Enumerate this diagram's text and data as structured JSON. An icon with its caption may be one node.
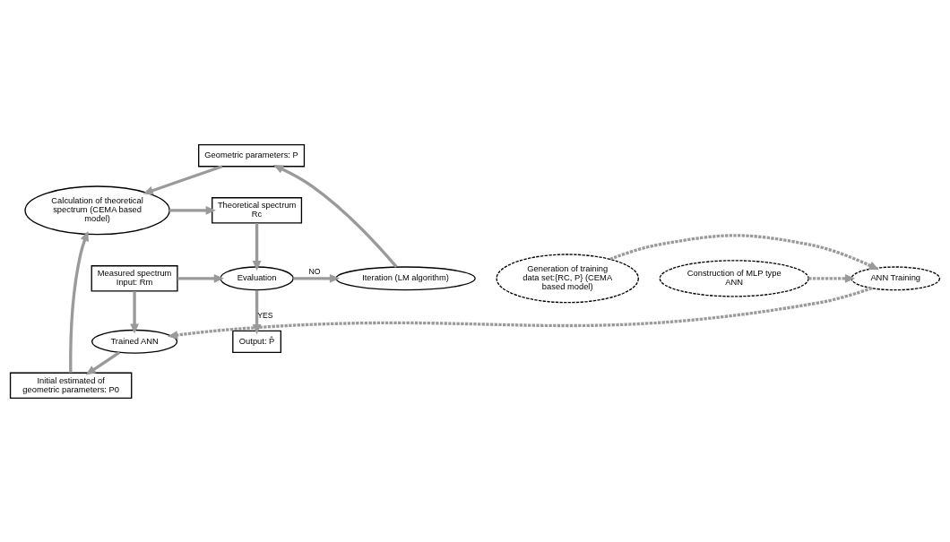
{
  "diagram": {
    "nodes": [
      {
        "text": [
          "Geometric parameters: P"
        ]
      },
      {
        "text": [
          "Calculation of theoretical spectrum (CEMA based model)"
        ]
      },
      {
        "text": [
          "Theoretical spectrum",
          "Rc"
        ]
      },
      {
        "text": [
          "Initial estimated of geometric parameters: P0"
        ]
      },
      {
        "text": [
          "Measured spectrum",
          "Input: Rm"
        ]
      },
      {
        "text": [
          "Evaluation"
        ]
      },
      {
        "text": [
          "Iteration (LM algorithm)"
        ]
      },
      {
        "text": [
          "Output: P̂"
        ]
      },
      {
        "text": [
          "Trained ANN"
        ]
      },
      {
        "text": [
          "Construction of MLP type ANN"
        ]
      },
      {
        "text": [
          "ANN Training"
        ]
      },
      {
        "text": [
          "Generation of training data set:{RC, P} (CEMA based model)"
        ]
      }
    ],
    "edges": [
      {
        "from": 0,
        "to": 1,
        "arrow": "to"
      },
      {
        "from": 1,
        "to": 2,
        "arrow": "to"
      },
      {
        "from": 2,
        "to": 5,
        "arrow": "to"
      },
      {
        "from": 4,
        "to": 5,
        "arrow": "to"
      },
      {
        "from": 5,
        "to": 6,
        "arrow": "to",
        "label": "NO"
      },
      {
        "from": 5,
        "to": 7,
        "arrow": "to",
        "label": "YES"
      },
      {
        "from": 6,
        "to": 0,
        "arrow": "to"
      },
      {
        "from": 4,
        "to": 8,
        "arrow": "to"
      },
      {
        "from": 8,
        "to": 3,
        "arrow": "to"
      },
      {
        "from": 3,
        "to": 1,
        "arrow": "to"
      },
      {
        "from": 10,
        "to": 8,
        "arrow": "to",
        "style": "dashed"
      },
      {
        "from": 9,
        "to": 10,
        "arrow": "to",
        "style": "dashed"
      },
      {
        "from": 11,
        "to": 10,
        "arrow": "to",
        "style": "dashed"
      }
    ]
  }
}
